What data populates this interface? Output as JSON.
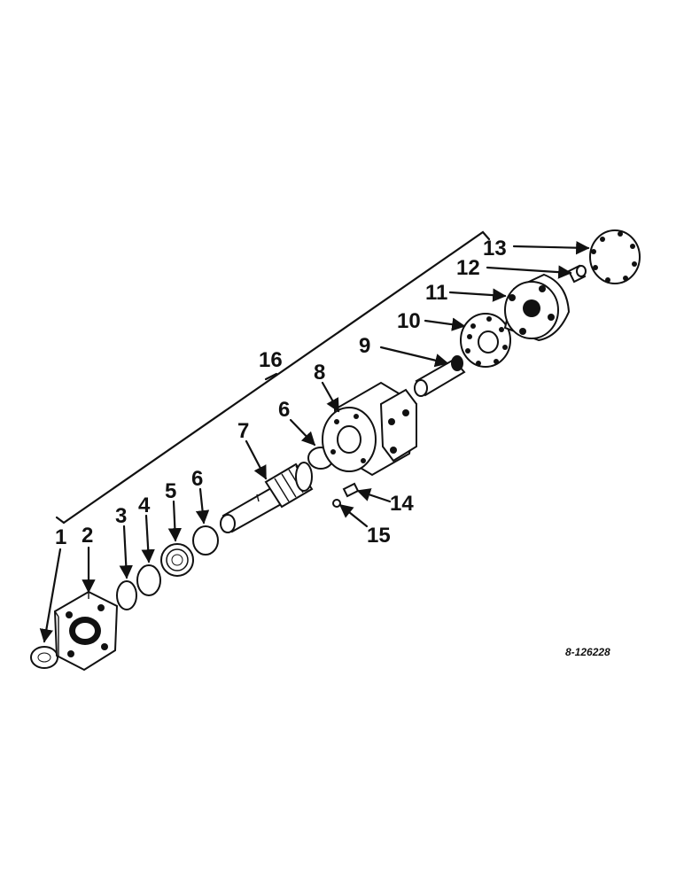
{
  "callouts": {
    "c1": "1",
    "c2": "2",
    "c3": "3",
    "c4": "4",
    "c5": "5",
    "c6a": "6",
    "c6b": "6",
    "c7": "7",
    "c8": "8",
    "c9": "9",
    "c10": "10",
    "c11": "11",
    "c12": "12",
    "c13": "13",
    "c14": "14",
    "c15": "15",
    "c16": "16"
  },
  "reference_code": "8-126228"
}
